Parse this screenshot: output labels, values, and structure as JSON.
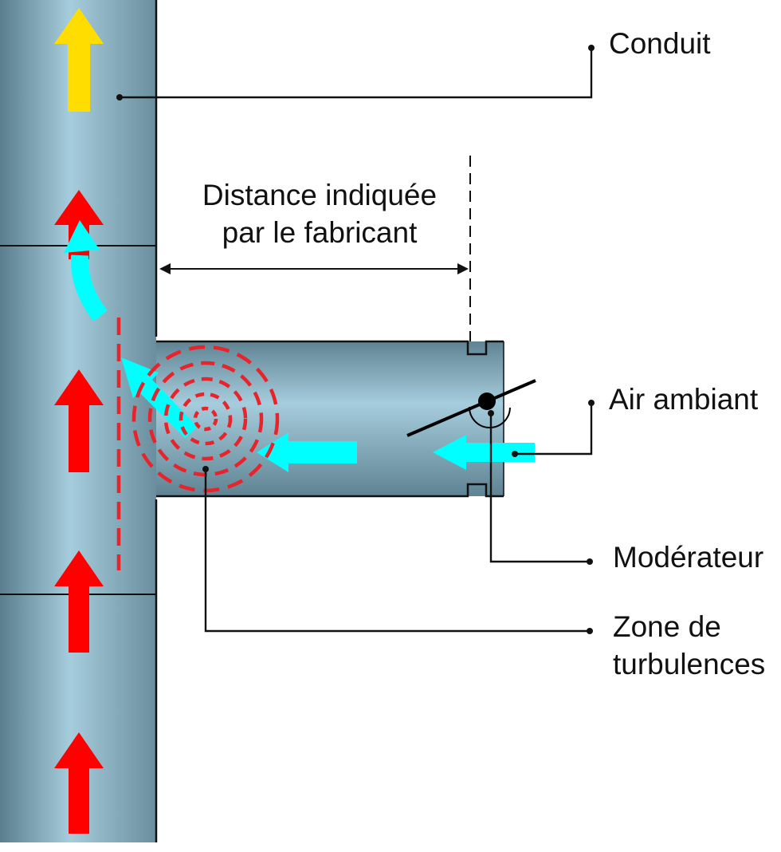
{
  "labels": {
    "conduit": "Conduit",
    "distance_line1": "Distance indiquée",
    "distance_line2": "par le fabricant",
    "air_ambiant": "Air ambiant",
    "moderateur": "Modérateur",
    "zone_line1": "Zone de",
    "zone_line2": "turbulences"
  },
  "colors": {
    "flue_gas_arrow": "#ff0000",
    "exit_arrow": "#ffdd00",
    "ambient_air_arrow": "#00ffff",
    "turbulence": "#e8232a",
    "pipe_dark": "#5b7f8f",
    "pipe_light": "#a4cadb"
  }
}
